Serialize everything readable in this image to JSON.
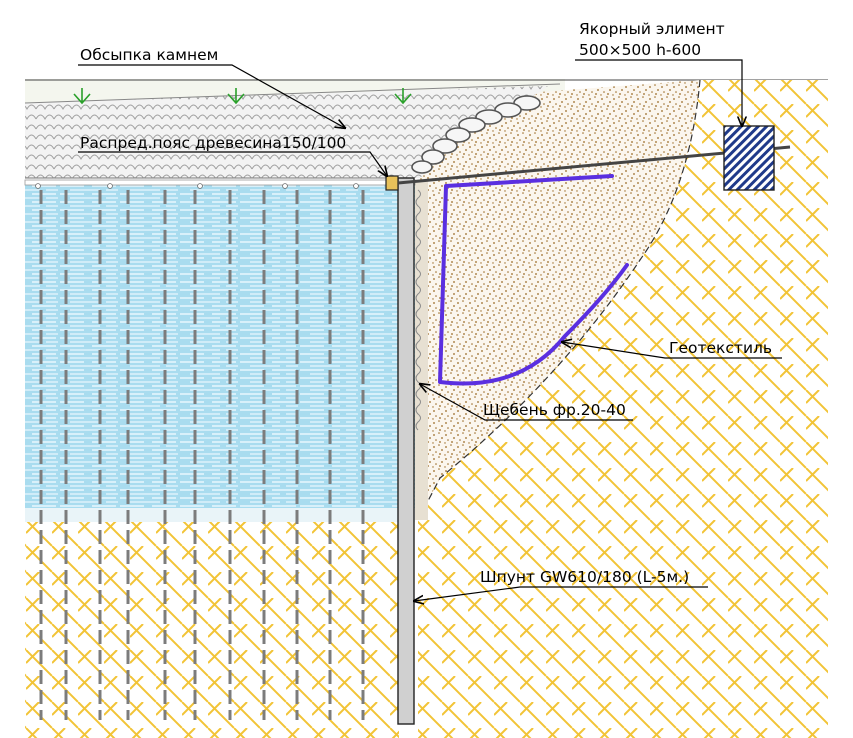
{
  "labels": {
    "stone_fill": "Обсыпка камнем",
    "anchor_line1": "Якорный элимент",
    "anchor_line2": "500×500 h-600",
    "waling": "Распред.пояс древесина150/100",
    "geotextile": "Геотекстиль",
    "gravel": "Щебень фр.20-40",
    "sheet_pile": "Шпунт GW610/180 (L-5м.)"
  },
  "colors": {
    "water": "#a9dcef",
    "water_light": "#d8f0fa",
    "soil_hatch": "#f2c437",
    "sand_dots": "#9a6a25",
    "sand_bg": "#fbf6ee",
    "geotextile": "#5a2fe0",
    "anchor_block": "#1f3a8a",
    "sheet_pile": "#d0d0d0",
    "grass_marker": "#2aa02a",
    "stone_gray": "#9a9a9a",
    "waling": "#e8c15a"
  }
}
